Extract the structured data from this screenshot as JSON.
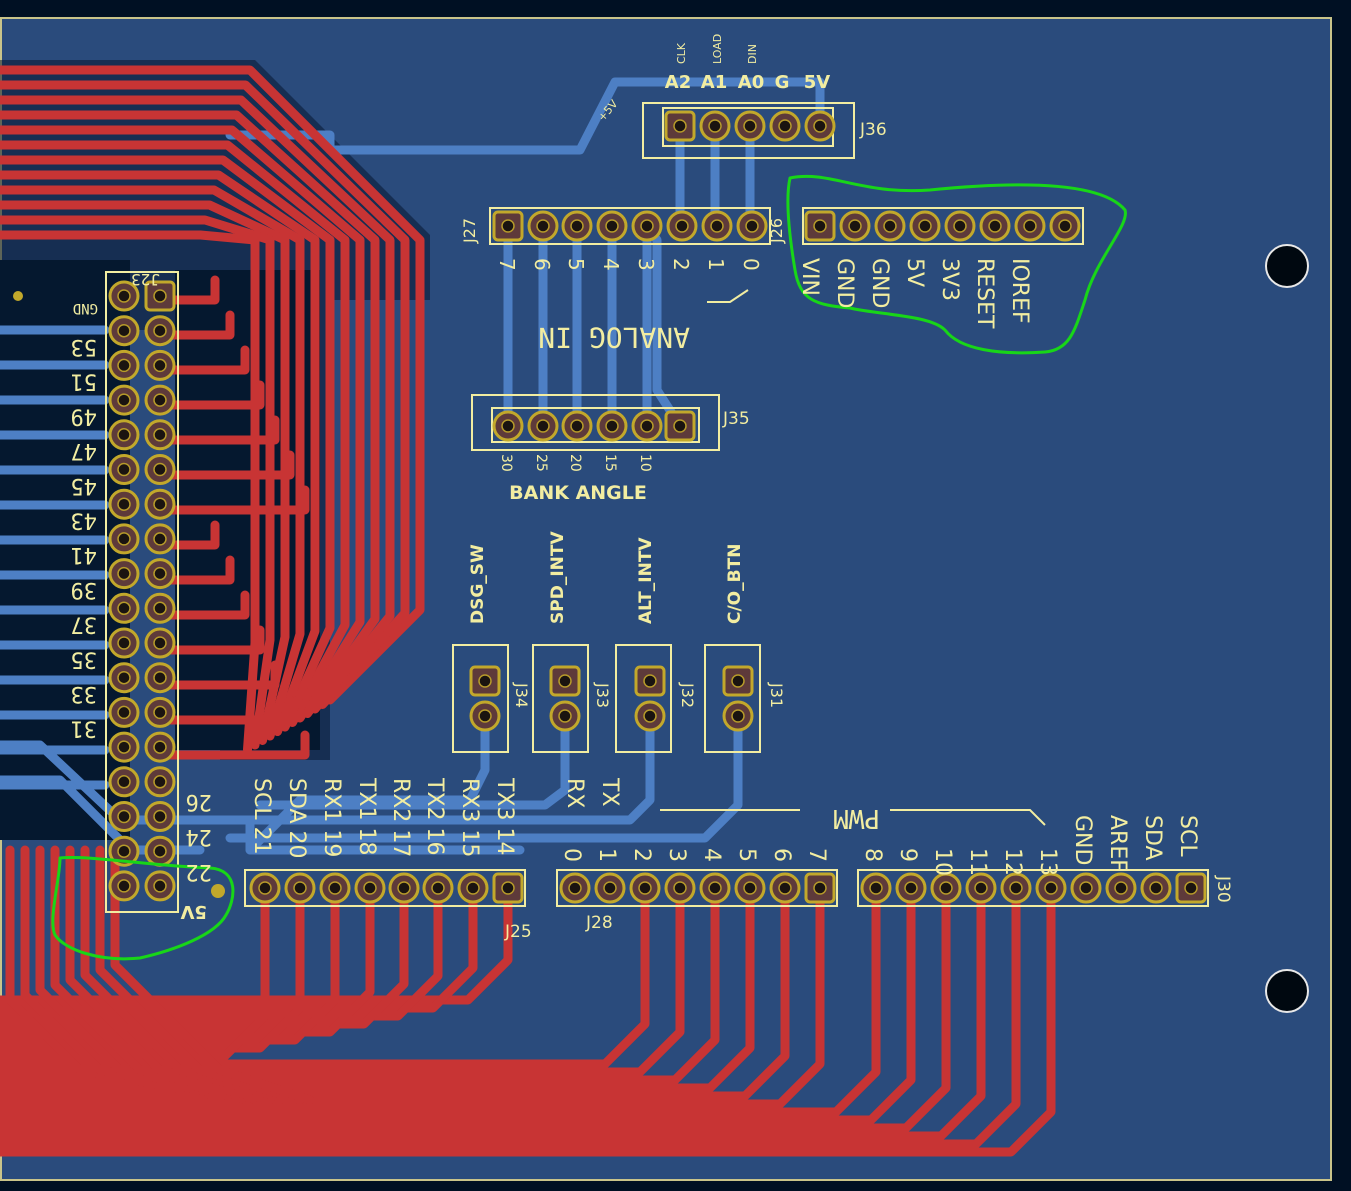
{
  "colors": {
    "background": "#001023",
    "board_fill": "#2a4b7c",
    "copper_front": "#c83434",
    "copper_back": "#4d7fc4",
    "silkscreen": "#f2eda1",
    "pad": "#c2a82b",
    "pad_drill": "#5e3a3a",
    "highlight": "#18d618"
  },
  "connectors": {
    "j36": {
      "ref": "J36",
      "pins": [
        "A2",
        "A1",
        "A0",
        "G",
        "5V"
      ],
      "top_labels": [
        "CLK",
        "LOAD",
        "DIN"
      ]
    },
    "j27": {
      "ref": "J27",
      "pin_labels": [
        "7",
        "6",
        "5",
        "4",
        "3",
        "2",
        "1",
        "0"
      ],
      "title": "ANALOG IN"
    },
    "j26": {
      "ref": "J26"
    },
    "power": {
      "pin_labels": [
        "VIN",
        "GND",
        "GND",
        "5V",
        "3V3",
        "RESET",
        "IOREF"
      ]
    },
    "j35": {
      "ref": "J35",
      "pin_labels": [
        "30",
        "25",
        "20",
        "15",
        "10"
      ],
      "title": "BANK ANGLE"
    },
    "switches": [
      {
        "ref": "J34",
        "label": "DSG_SW"
      },
      {
        "ref": "J33",
        "label": "SPD_INTV"
      },
      {
        "ref": "J32",
        "label": "ALT_INTV"
      },
      {
        "ref": "J31",
        "label": "C/O_BTN"
      }
    ],
    "j25": {
      "ref": "J25",
      "pin_labels": [
        "SCL 21",
        "SDA 20",
        "RX1 19",
        "TX1 18",
        "RX2 17",
        "TX2 16",
        "RX3 15",
        "TX3 14"
      ]
    },
    "j28": {
      "ref": "J28",
      "pin_labels": [
        "0",
        "1",
        "2",
        "3",
        "4",
        "5",
        "6",
        "7"
      ],
      "rx_tx": [
        "RX",
        "TX"
      ]
    },
    "j30": {
      "ref": "J30",
      "pin_labels": [
        "8",
        "9",
        "10",
        "11",
        "12",
        "13",
        "GND",
        "AREF",
        "SDA",
        "SCL"
      ]
    },
    "pwm_label": "PWM",
    "j23": {
      "ref": "J23",
      "gnd_label": "GND",
      "five_v_label": "5V",
      "left_labels": [
        "53",
        "51",
        "49",
        "47",
        "45",
        "43",
        "41",
        "39",
        "37",
        "35",
        "33",
        "31"
      ],
      "right_tail_labels": [
        "26",
        "24",
        "22"
      ]
    },
    "plus5v_net": "+5V"
  }
}
